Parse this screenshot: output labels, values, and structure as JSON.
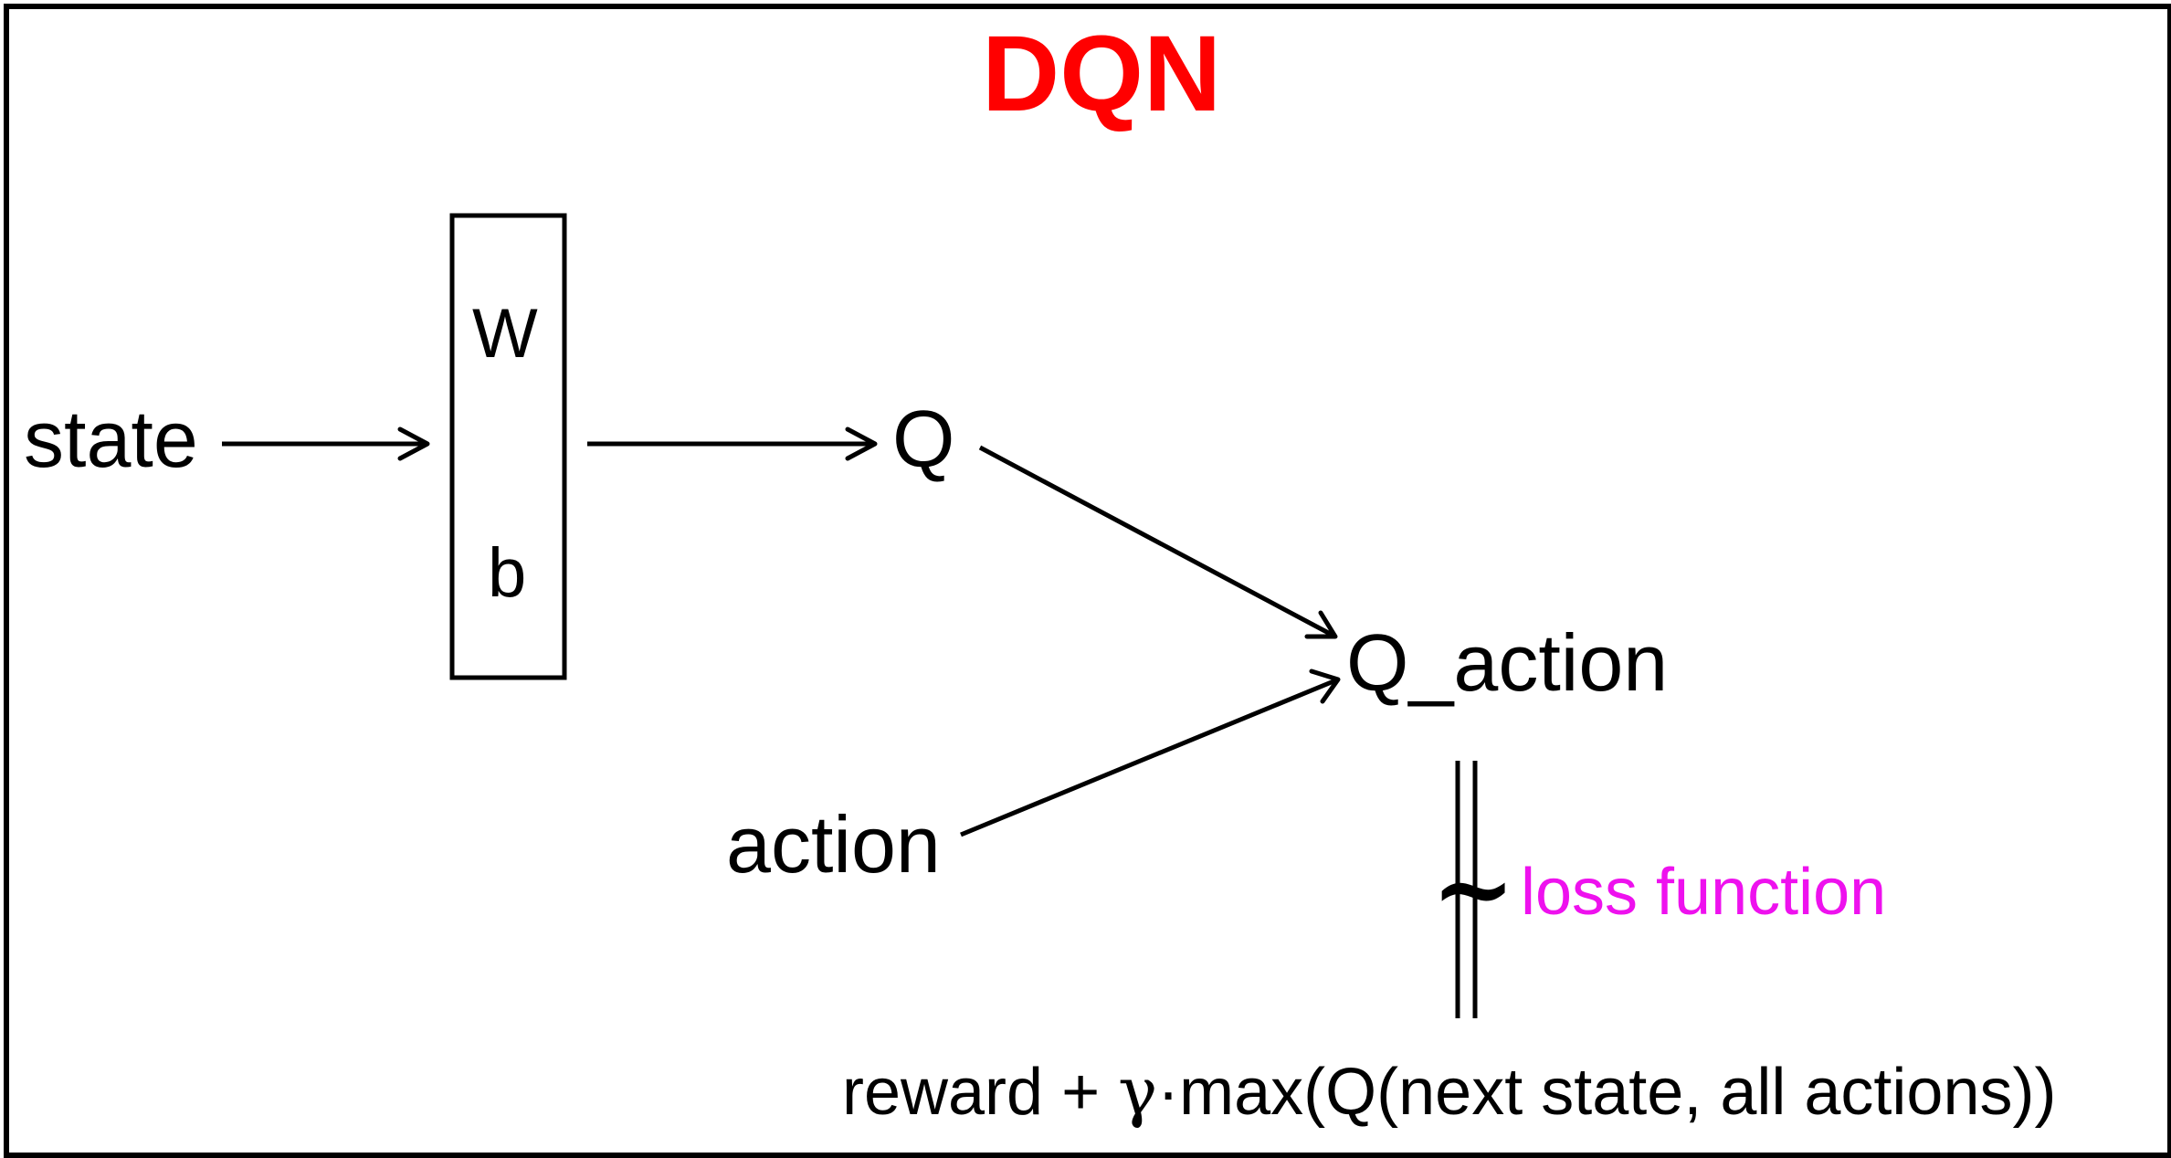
{
  "title": "DQN",
  "nodes": {
    "state": "state",
    "weight": "W",
    "bias": "b",
    "q": "Q",
    "q_action": "Q_action",
    "action": "action"
  },
  "loss": {
    "symbol": "~",
    "label": "loss function"
  },
  "target": {
    "prefix": "reward + ",
    "gamma": "γ",
    "suffix": "·max(Q(next state, all actions))"
  },
  "colors": {
    "title": "#ff0000",
    "loss_label": "#ee11ee",
    "line": "#000000"
  }
}
